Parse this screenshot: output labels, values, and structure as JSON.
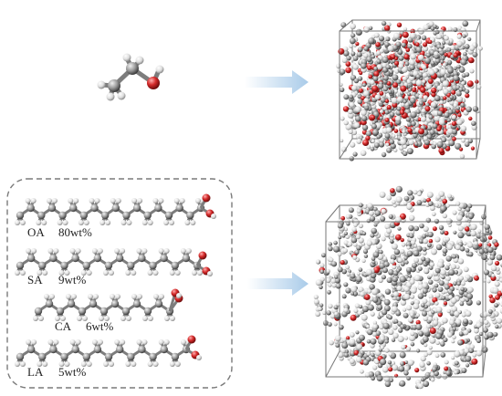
{
  "figure": {
    "top_panel": {
      "molecule": "ethanol-molecule",
      "arrow": "right-arrow",
      "box": "ethanol-simulation-box"
    },
    "bottom_panel": {
      "components": [
        {
          "code": "OA",
          "fraction": "80wt%"
        },
        {
          "code": "SA",
          "fraction": "9wt%"
        },
        {
          "code": "CA",
          "fraction": "6wt%"
        },
        {
          "code": "LA",
          "fraction": "5wt%"
        }
      ],
      "arrow": "right-arrow",
      "box": "fatty-acid-simulation-box"
    }
  },
  "colors": {
    "carbon": "#9a9a9a",
    "hydrogen": "#e6e6e6",
    "oxygen": "#d42a2a",
    "arrow": "#a9cbe9",
    "frame": "#777777",
    "panel_border": "#7a7a7a"
  }
}
